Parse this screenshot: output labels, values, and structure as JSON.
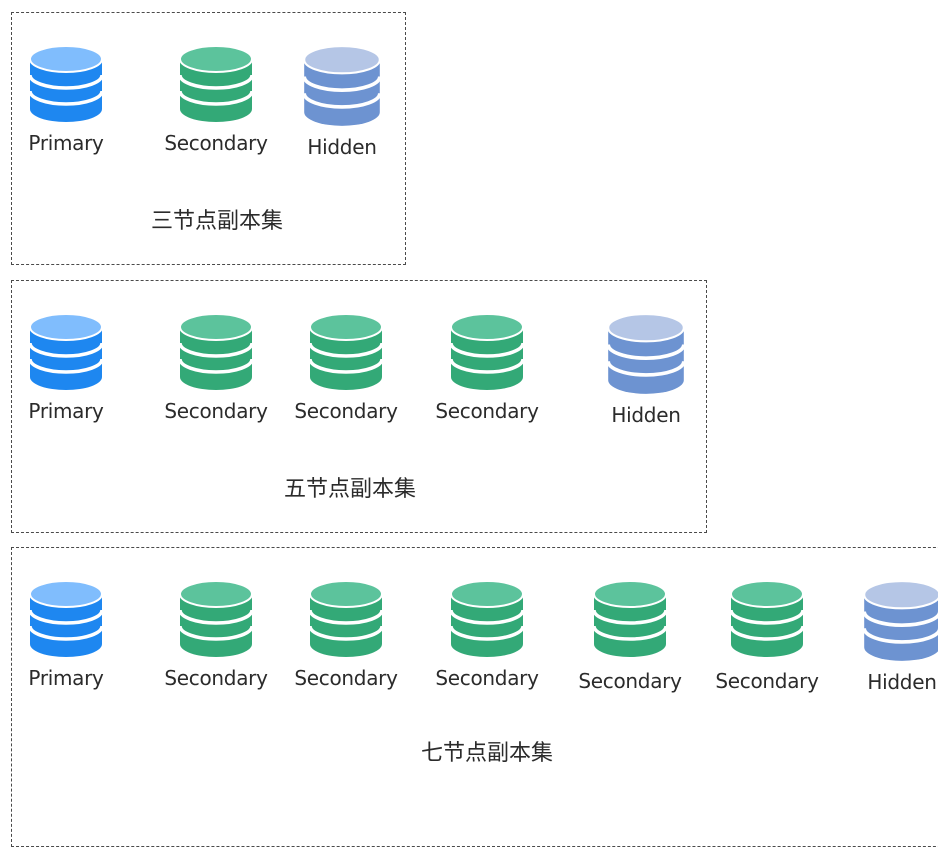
{
  "colors": {
    "primary": {
      "top": "#80BDFD",
      "body": "#1E87F0"
    },
    "secondary": {
      "top": "#5CC39C",
      "body": "#33A977"
    },
    "hidden": {
      "top": "#B5C6E6",
      "body": "#6D93D1"
    }
  },
  "replica_sets": [
    {
      "caption": "三节点副本集",
      "members": [
        {
          "role": "primary",
          "label": "Primary"
        },
        {
          "role": "secondary",
          "label": "Secondary"
        },
        {
          "role": "hidden",
          "label": "Hidden"
        }
      ]
    },
    {
      "caption": "五节点副本集",
      "members": [
        {
          "role": "primary",
          "label": "Primary"
        },
        {
          "role": "secondary",
          "label": "Secondary"
        },
        {
          "role": "secondary",
          "label": "Secondary"
        },
        {
          "role": "secondary",
          "label": "Secondary"
        },
        {
          "role": "hidden",
          "label": "Hidden"
        }
      ]
    },
    {
      "caption": "七节点副本集",
      "members": [
        {
          "role": "primary",
          "label": "Primary"
        },
        {
          "role": "secondary",
          "label": "Secondary"
        },
        {
          "role": "secondary",
          "label": "Secondary"
        },
        {
          "role": "secondary",
          "label": "Secondary"
        },
        {
          "role": "secondary",
          "label": "Secondary"
        },
        {
          "role": "secondary",
          "label": "Secondary"
        },
        {
          "role": "hidden",
          "label": "Hidden"
        }
      ]
    }
  ]
}
